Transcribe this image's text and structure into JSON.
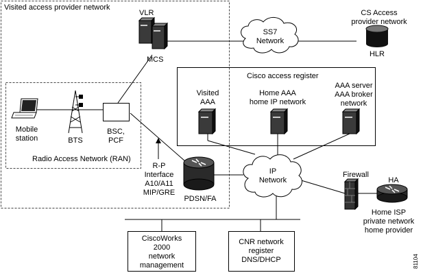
{
  "regions": {
    "visited_access": "Visited access provider network",
    "ran": "Radio Access Network (RAN)",
    "cisco_register": "Cisco access register"
  },
  "nodes": {
    "vlr": "VLR",
    "mcs": "MCS",
    "ss7": [
      "SS7",
      "Network"
    ],
    "cs_access": [
      "CS Access",
      "provider network"
    ],
    "hlr": "HLR",
    "mobile": [
      "Mobile",
      "station"
    ],
    "bts": "BTS",
    "bsc": [
      "BSC,",
      "PCF"
    ],
    "visited_aaa": [
      "Visited",
      "AAA"
    ],
    "home_aaa": [
      "Home AAA",
      "home IP network"
    ],
    "aaa_server": [
      "AAA server",
      "AAA broker",
      "network"
    ],
    "rp": [
      "R-P",
      "Interface",
      "A10/A11",
      "MIP/GRE"
    ],
    "pdsn": "PDSN/FA",
    "ip": [
      "IP",
      "Network"
    ],
    "firewall": "Firewall",
    "ha": "HA",
    "home_isp": [
      "Home ISP",
      "private network",
      "home provider"
    ],
    "ciscoworks": [
      "CiscoWorks",
      "2000",
      "network",
      "management"
    ],
    "cnr": [
      "CNR network",
      "register",
      "DNS/DHCP"
    ]
  },
  "figure_id": "81104"
}
